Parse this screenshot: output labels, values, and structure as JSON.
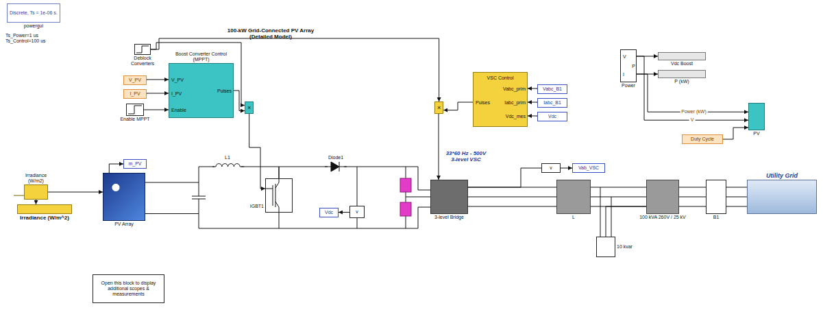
{
  "diagram": {
    "title": "100-kW Grid-Connected PV Array (Detailed Model)",
    "nodes": [
      {
        "text": [
          "Discrete, Ts = 1e-06 s.",
          "powergui"
        ]
      },
      {
        "text": [
          "Deblock Converters"
        ]
      },
      {
        "text": [
          "Boost Converter Control (MPPT)",
          "V_PV",
          "I_PV",
          "Enable",
          "Pulses"
        ]
      },
      {
        "text": [
          "V_PV"
        ]
      },
      {
        "text": [
          "I_PV"
        ]
      },
      {
        "text": [
          "Enable MPPT"
        ]
      },
      {
        "text": [
          "×"
        ]
      },
      {
        "text": [
          "VSC Control",
          "Vabc_prim",
          "Iabc_prim",
          "Vdc_mes",
          "Pulses"
        ]
      },
      {
        "text": [
          "×"
        ]
      },
      {
        "text": [
          "Vabc_B1"
        ]
      },
      {
        "text": [
          "Iabc_B1"
        ]
      },
      {
        "text": [
          "Vdc"
        ]
      },
      {
        "text": [
          "Power",
          "V",
          "I",
          "P"
        ]
      },
      {
        "text": [
          "Vdc Boost"
        ]
      },
      {
        "text": [
          "P (kW)"
        ]
      },
      {
        "text": [
          "PV"
        ]
      },
      {
        "text": [
          "Duty Cycle"
        ]
      },
      {
        "text": [
          "m_PV"
        ]
      },
      {
        "text": [
          "Irradiance (W/m2)"
        ]
      },
      {
        "text": [
          "Irradiance (W/m^2)"
        ]
      },
      {
        "text": [
          "PV Array"
        ]
      },
      {
        "text": [
          "IGBT1"
        ]
      },
      {
        "text": [
          "Vdc"
        ]
      },
      {
        "text": [
          "v"
        ]
      },
      {
        "text": [
          "3-level Bridge"
        ]
      },
      {
        "text": [
          "v"
        ]
      },
      {
        "text": [
          "Vab_VSC"
        ]
      },
      {
        "text": [
          "L"
        ]
      },
      {
        "text": [
          "100 kVA 260V / 25 kV"
        ]
      },
      {
        "text": [
          "10 kvar"
        ]
      },
      {
        "text": [
          "B1"
        ]
      },
      {
        "text": [
          "Utility Grid"
        ]
      },
      {
        "text": [
          "Open this block to display additional scopes & measurements"
        ]
      }
    ],
    "edges": [
      {
        "from": 3,
        "to": 2,
        "arrow": "to"
      },
      {
        "from": 4,
        "to": 2,
        "arrow": "to"
      },
      {
        "from": 5,
        "to": 2,
        "arrow": "to"
      },
      {
        "from": 2,
        "to": 6,
        "arrow": "to"
      },
      {
        "from": 1,
        "to": 6,
        "arrow": "to"
      },
      {
        "from": 1,
        "to": 8,
        "arrow": "to"
      },
      {
        "from": 7,
        "to": 8,
        "arrow": "to"
      },
      {
        "from": 6,
        "to": 21,
        "arrow": "to"
      },
      {
        "from": 8,
        "to": 24,
        "arrow": "to"
      },
      {
        "from": 9,
        "to": 7,
        "arrow": "to"
      },
      {
        "from": 10,
        "to": 7,
        "arrow": "to"
      },
      {
        "from": 11,
        "to": 7,
        "arrow": "to"
      },
      {
        "from": 12,
        "to": 13,
        "arrow": "to"
      },
      {
        "from": 12,
        "to": 14,
        "arrow": "to"
      },
      {
        "from": 12,
        "to": 15,
        "label": "Power (kW)",
        "arrow": "to"
      },
      {
        "from": 12,
        "to": 15,
        "label": "V",
        "arrow": "to"
      },
      {
        "from": 16,
        "to": 15,
        "arrow": "to"
      },
      {
        "from": 18,
        "to": 20,
        "arrow": "to"
      },
      {
        "from": 18,
        "to": 19,
        "arrow": "to"
      },
      {
        "from": 20,
        "to": 17,
        "arrow": "to"
      },
      {
        "from": 20,
        "to": 21,
        "arrow": "none"
      },
      {
        "from": 21,
        "to": 24,
        "arrow": "none"
      },
      {
        "from": 20,
        "to": 24,
        "arrow": "none"
      },
      {
        "from": 23,
        "to": 22,
        "arrow": "to"
      },
      {
        "from": 24,
        "to": 27,
        "arrow": "none"
      },
      {
        "from": 24,
        "to": 25,
        "arrow": "none"
      },
      {
        "from": 25,
        "to": 26,
        "arrow": "to"
      },
      {
        "from": 27,
        "to": 28,
        "arrow": "none"
      },
      {
        "from": 29,
        "to": 28,
        "arrow": "none"
      },
      {
        "from": 28,
        "to": 30,
        "arrow": "none"
      },
      {
        "from": 30,
        "to": 31,
        "arrow": "none"
      }
    ],
    "labels": [
      "Ts_Power=1 us",
      "Ts_Control=100 us",
      "L1",
      "Diode1",
      "33*60 Hz - 500V 3-level VSC"
    ]
  }
}
